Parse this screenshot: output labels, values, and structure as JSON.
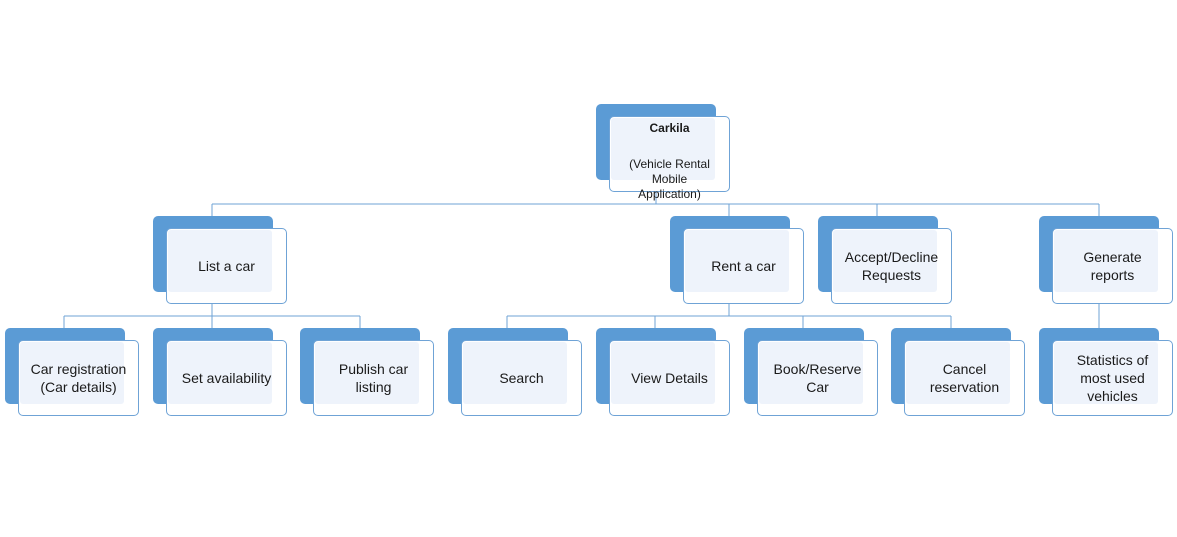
{
  "root": {
    "title": "Carkila",
    "subtitle": "(Vehicle Rental\nMobile\nApplication)"
  },
  "level1": {
    "list_car": "List a car",
    "rent_car": "Rent a car",
    "accept_decline": "Accept/Decline\nRequests",
    "generate_reports": "Generate\nreports"
  },
  "level2": {
    "car_registration": "Car registration\n(Car details)",
    "set_availability": "Set availability",
    "publish_listing": "Publish car\nlisting",
    "search": "Search",
    "view_details": "View Details",
    "book_reserve": "Book/Reserve\nCar",
    "cancel_reservation": "Cancel\nreservation",
    "statistics": "Statistics of\nmost used\nvehicles"
  },
  "colors": {
    "box_fill": "#5b9bd5",
    "connector": "#6fa3d6"
  }
}
